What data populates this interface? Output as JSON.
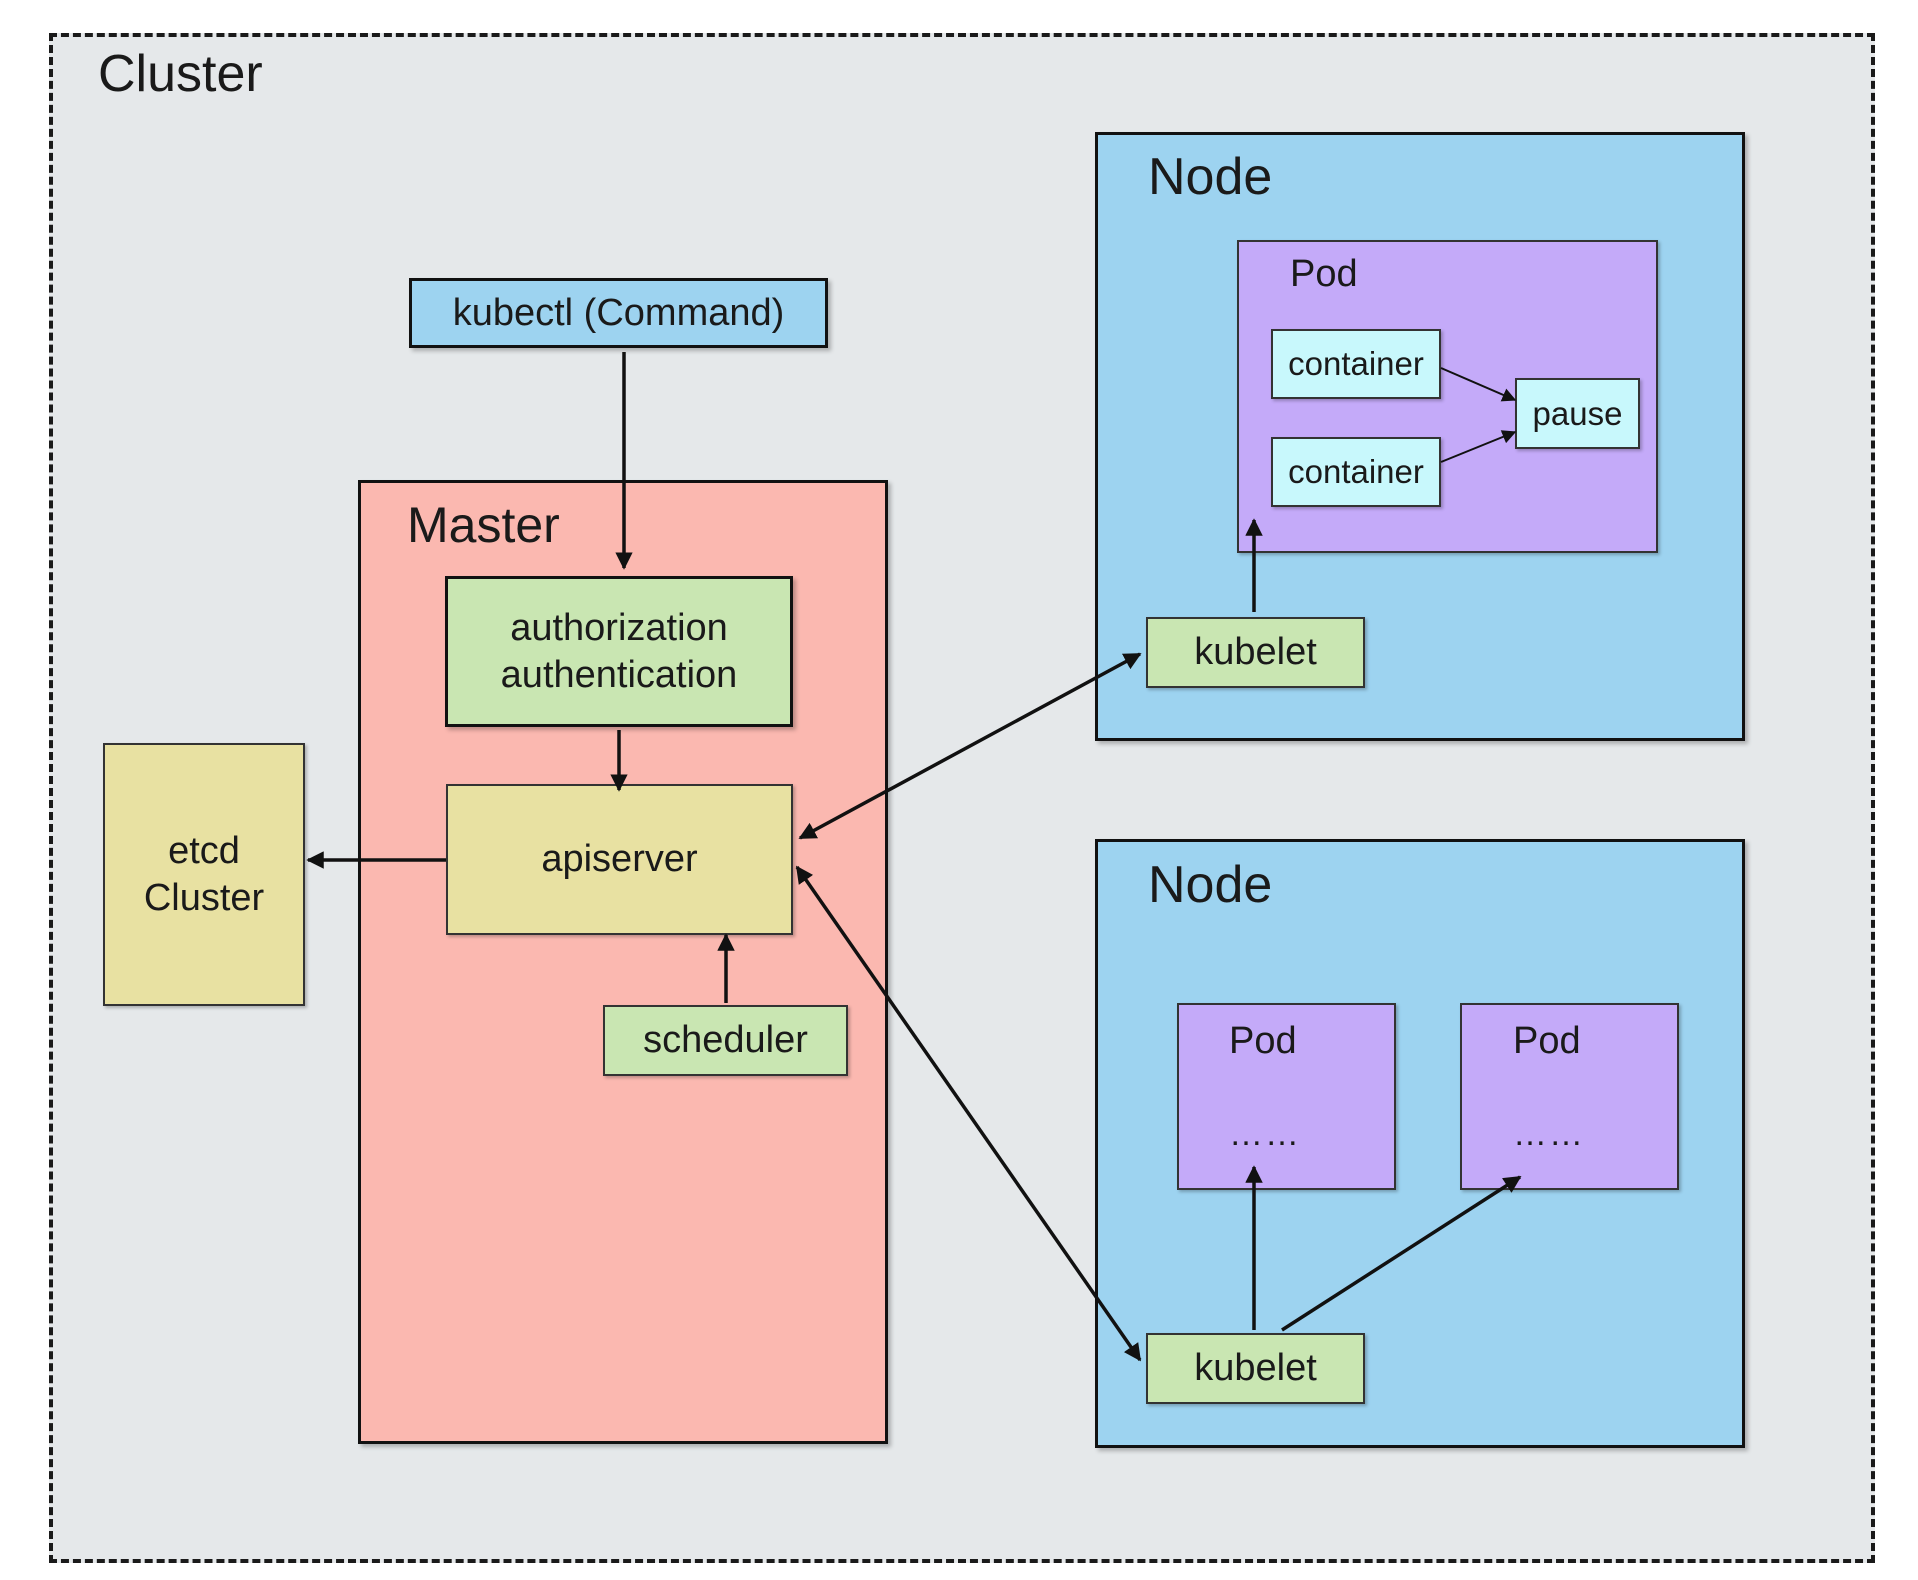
{
  "cluster": {
    "title": "Cluster"
  },
  "master": {
    "title": "Master"
  },
  "kubectl": {
    "label": "kubectl (Command)"
  },
  "auth": {
    "line1": "authorization",
    "line2": "authentication"
  },
  "apiserver": {
    "label": "apiserver"
  },
  "scheduler": {
    "label": "scheduler"
  },
  "etcd": {
    "line1": "etcd",
    "line2": "Cluster"
  },
  "nodes": [
    {
      "title": "Node",
      "kubelet": "kubelet",
      "pods": [
        {
          "title": "Pod",
          "containers": [
            "container",
            "container"
          ],
          "pause": "pause"
        }
      ]
    },
    {
      "title": "Node",
      "kubelet": "kubelet",
      "pods": [
        {
          "title": "Pod",
          "content": "……"
        },
        {
          "title": "Pod",
          "content": "……"
        }
      ]
    }
  ],
  "colors": {
    "cluster_bg": "#e5e8ea",
    "master": "#fbb8b0",
    "node": "#9dd3f0",
    "pod": "#c4aaf9",
    "container": "#c8f8fc",
    "green": "#c9e6b2",
    "yellow": "#e8e1a2"
  }
}
